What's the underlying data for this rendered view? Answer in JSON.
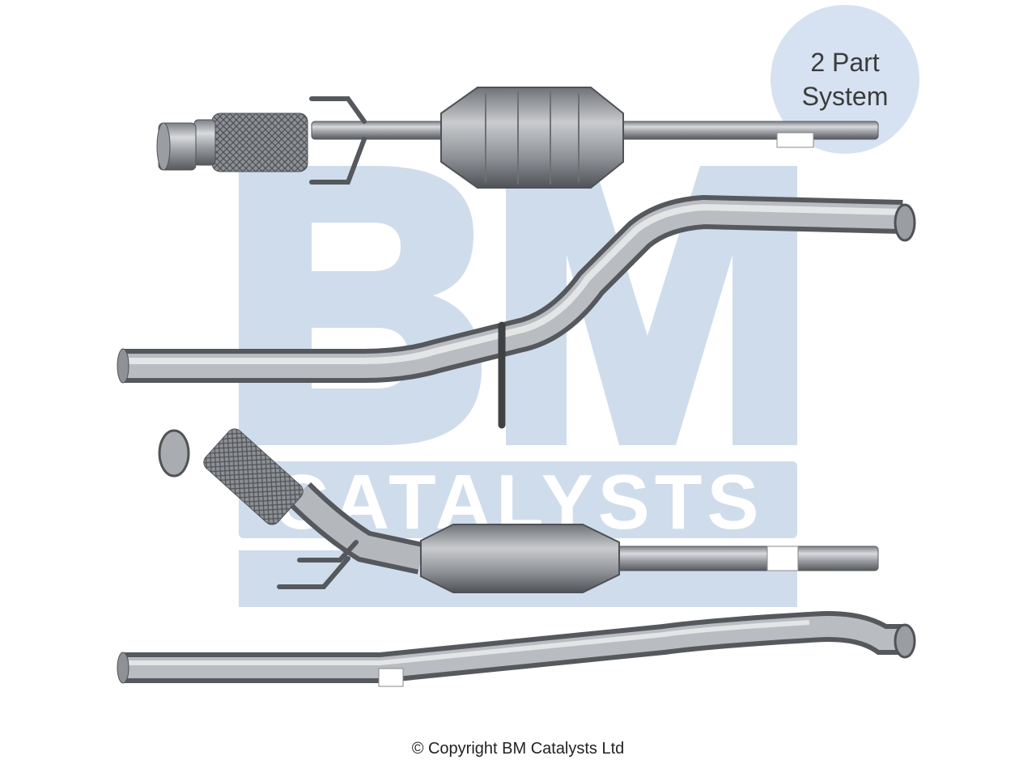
{
  "colors": {
    "watermark": "#cfdcec",
    "badge_fill": "#d6e2f1",
    "metal_dark": "#5f6266",
    "metal_mid": "#9a9da2",
    "metal_light": "#d7d9dc",
    "background": "#ffffff"
  },
  "watermark": {
    "logo_letters": "BM",
    "logo_sub": "CATALYSTS"
  },
  "badge": {
    "line1": "2 Part",
    "line2": "System"
  },
  "footer": {
    "copyright": "© Copyright BM Catalysts Ltd"
  },
  "parts": [
    {
      "name": "front catalytic converter with flex pipe"
    },
    {
      "name": "intermediate S-bend pipe"
    },
    {
      "name": "rear catalytic converter with flex pipe"
    },
    {
      "name": "tail connecting pipe"
    }
  ]
}
